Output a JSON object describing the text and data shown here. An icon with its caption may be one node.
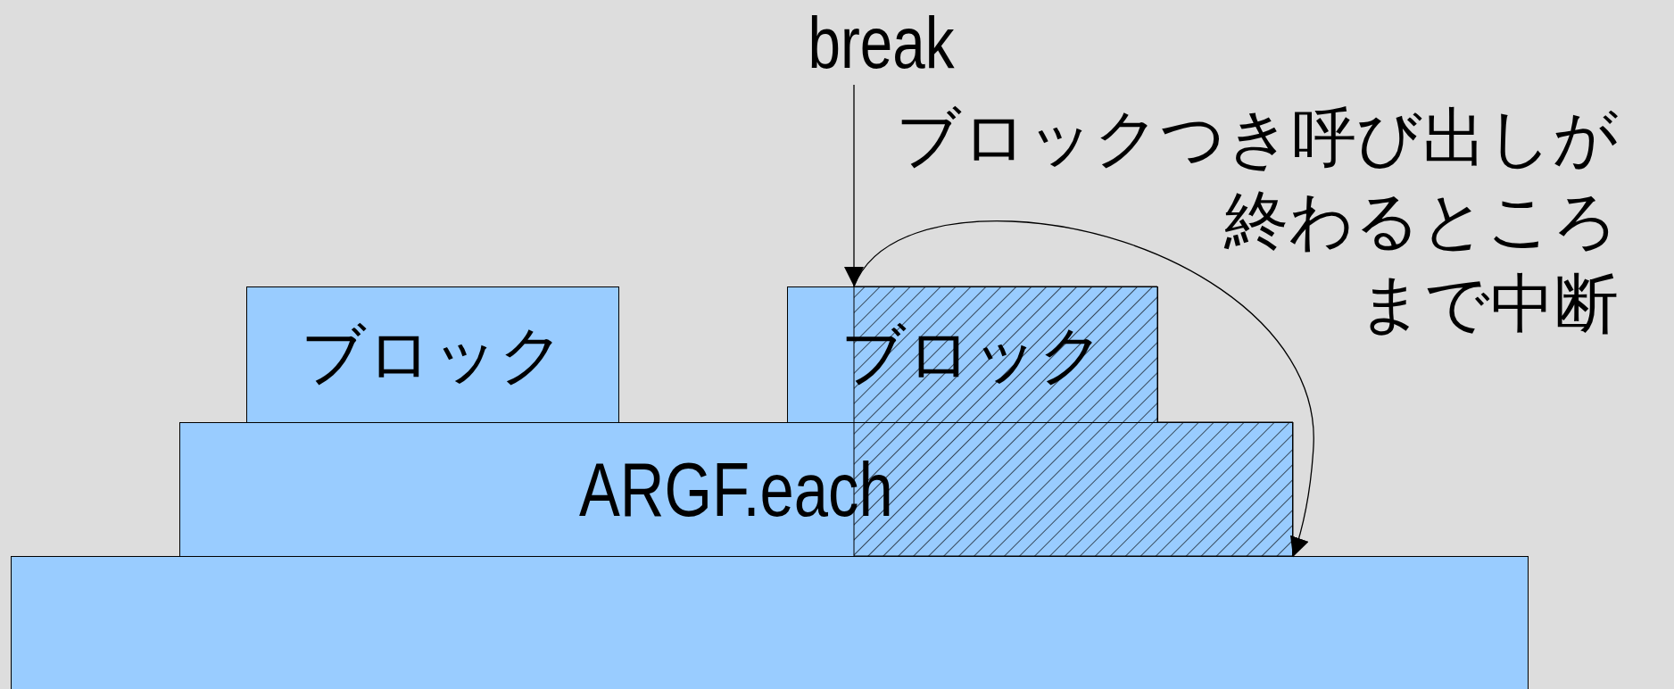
{
  "diagram": {
    "nodes": [
      {
        "text": [],
        "shape": "box"
      },
      {
        "text": [
          "ARGF.each"
        ]
      },
      {
        "text": [
          "ブロック"
        ]
      },
      {
        "text": [
          "ブロック"
        ]
      },
      {
        "text": [
          "break"
        ]
      }
    ],
    "edges": [
      {
        "from": 4,
        "to": 3,
        "arrow": "to"
      },
      {
        "from": 3,
        "to": 1,
        "arrow": "to"
      }
    ],
    "labels": [
      "ブロックつき呼び出しが終わるところまで中断"
    ]
  }
}
